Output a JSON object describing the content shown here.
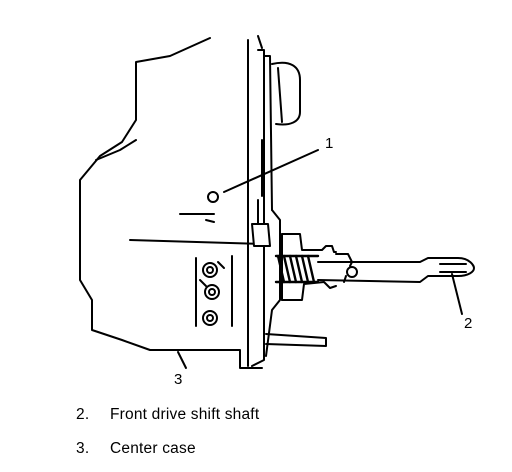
{
  "callouts": {
    "c1": "1",
    "c2": "2",
    "c3": "3"
  },
  "legend": [
    {
      "number": "2.",
      "text": "Front drive shift shaft"
    },
    {
      "number": "3.",
      "text": "Center case"
    }
  ]
}
